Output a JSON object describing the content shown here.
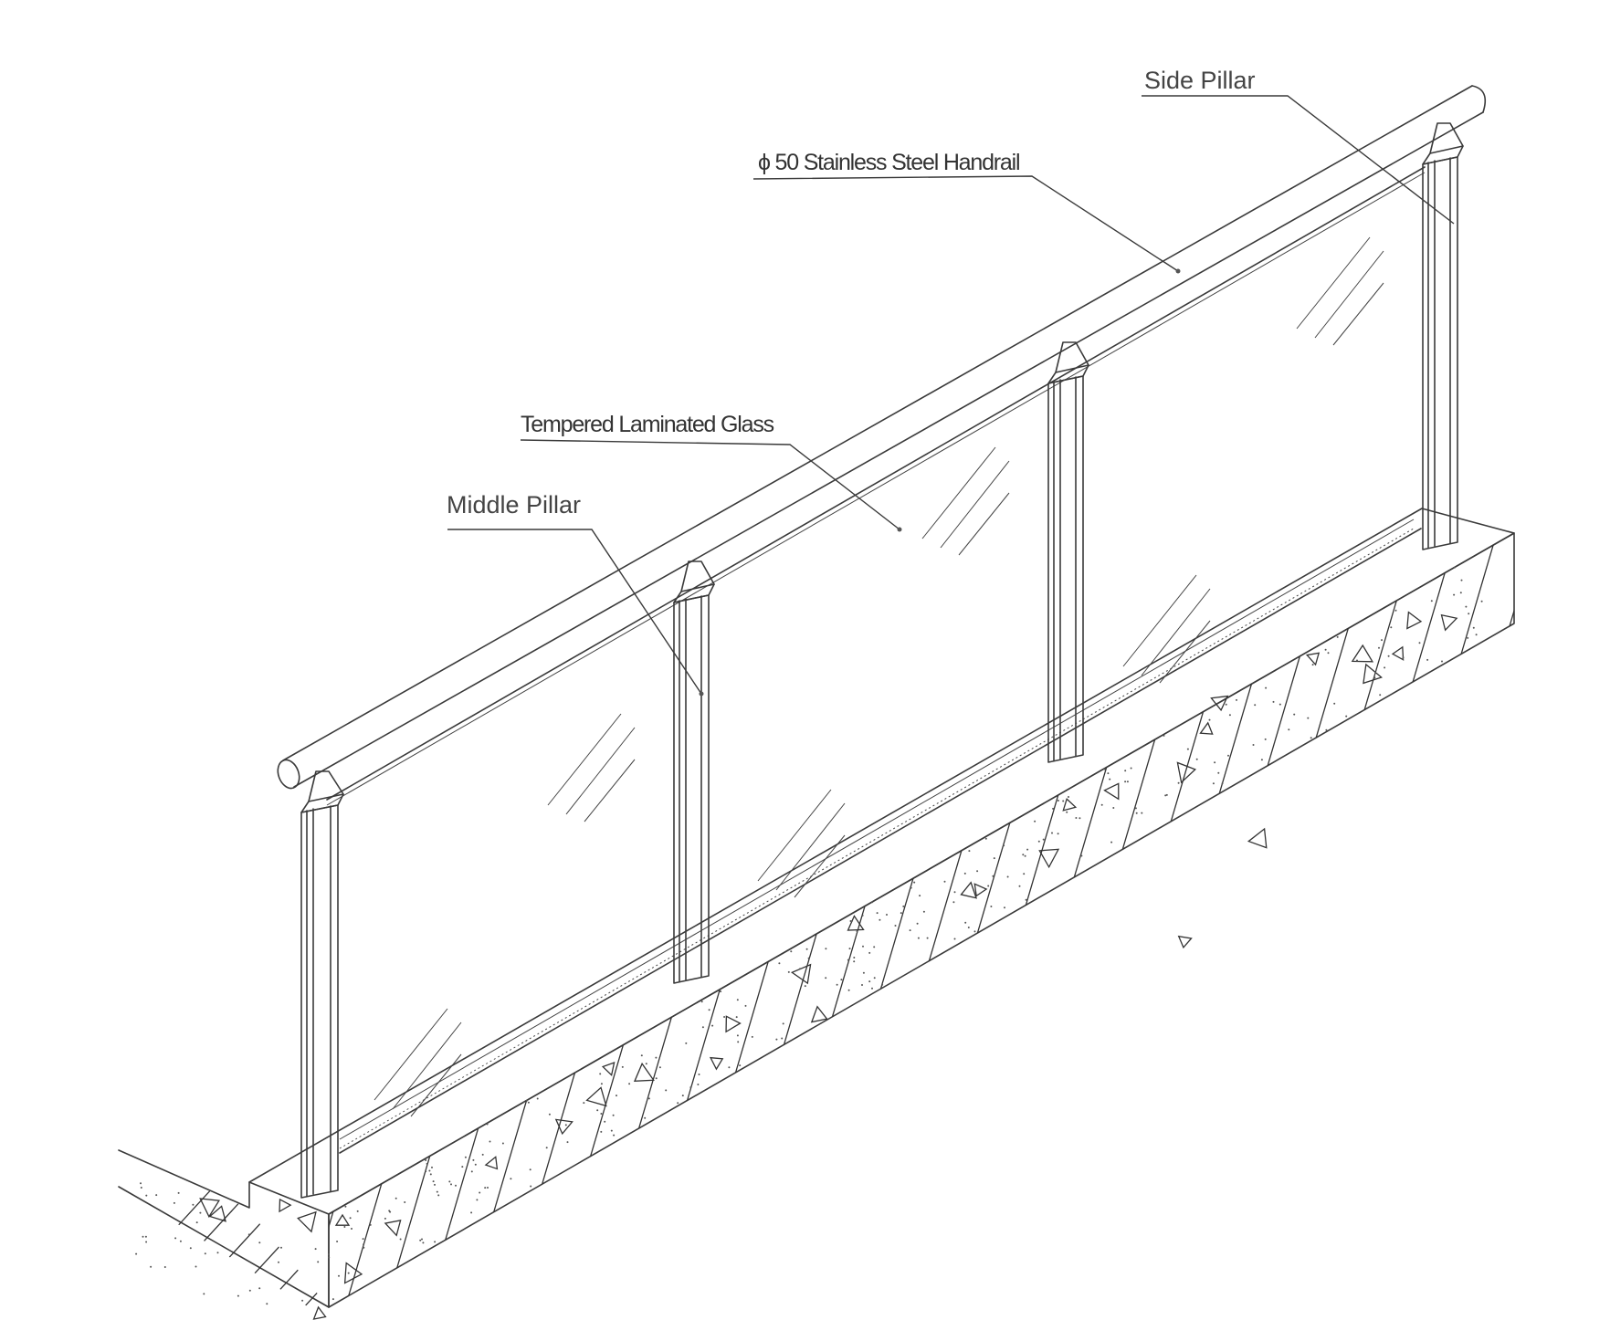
{
  "labels": {
    "side_pillar": "Side Pillar",
    "handrail": "ϕ 50 Stainless Steel Handrail",
    "glass": "Tempered Laminated Glass",
    "middle_pillar": "Middle Pillar"
  },
  "colors": {
    "line": "#3a3a3a",
    "background": "#ffffff"
  }
}
